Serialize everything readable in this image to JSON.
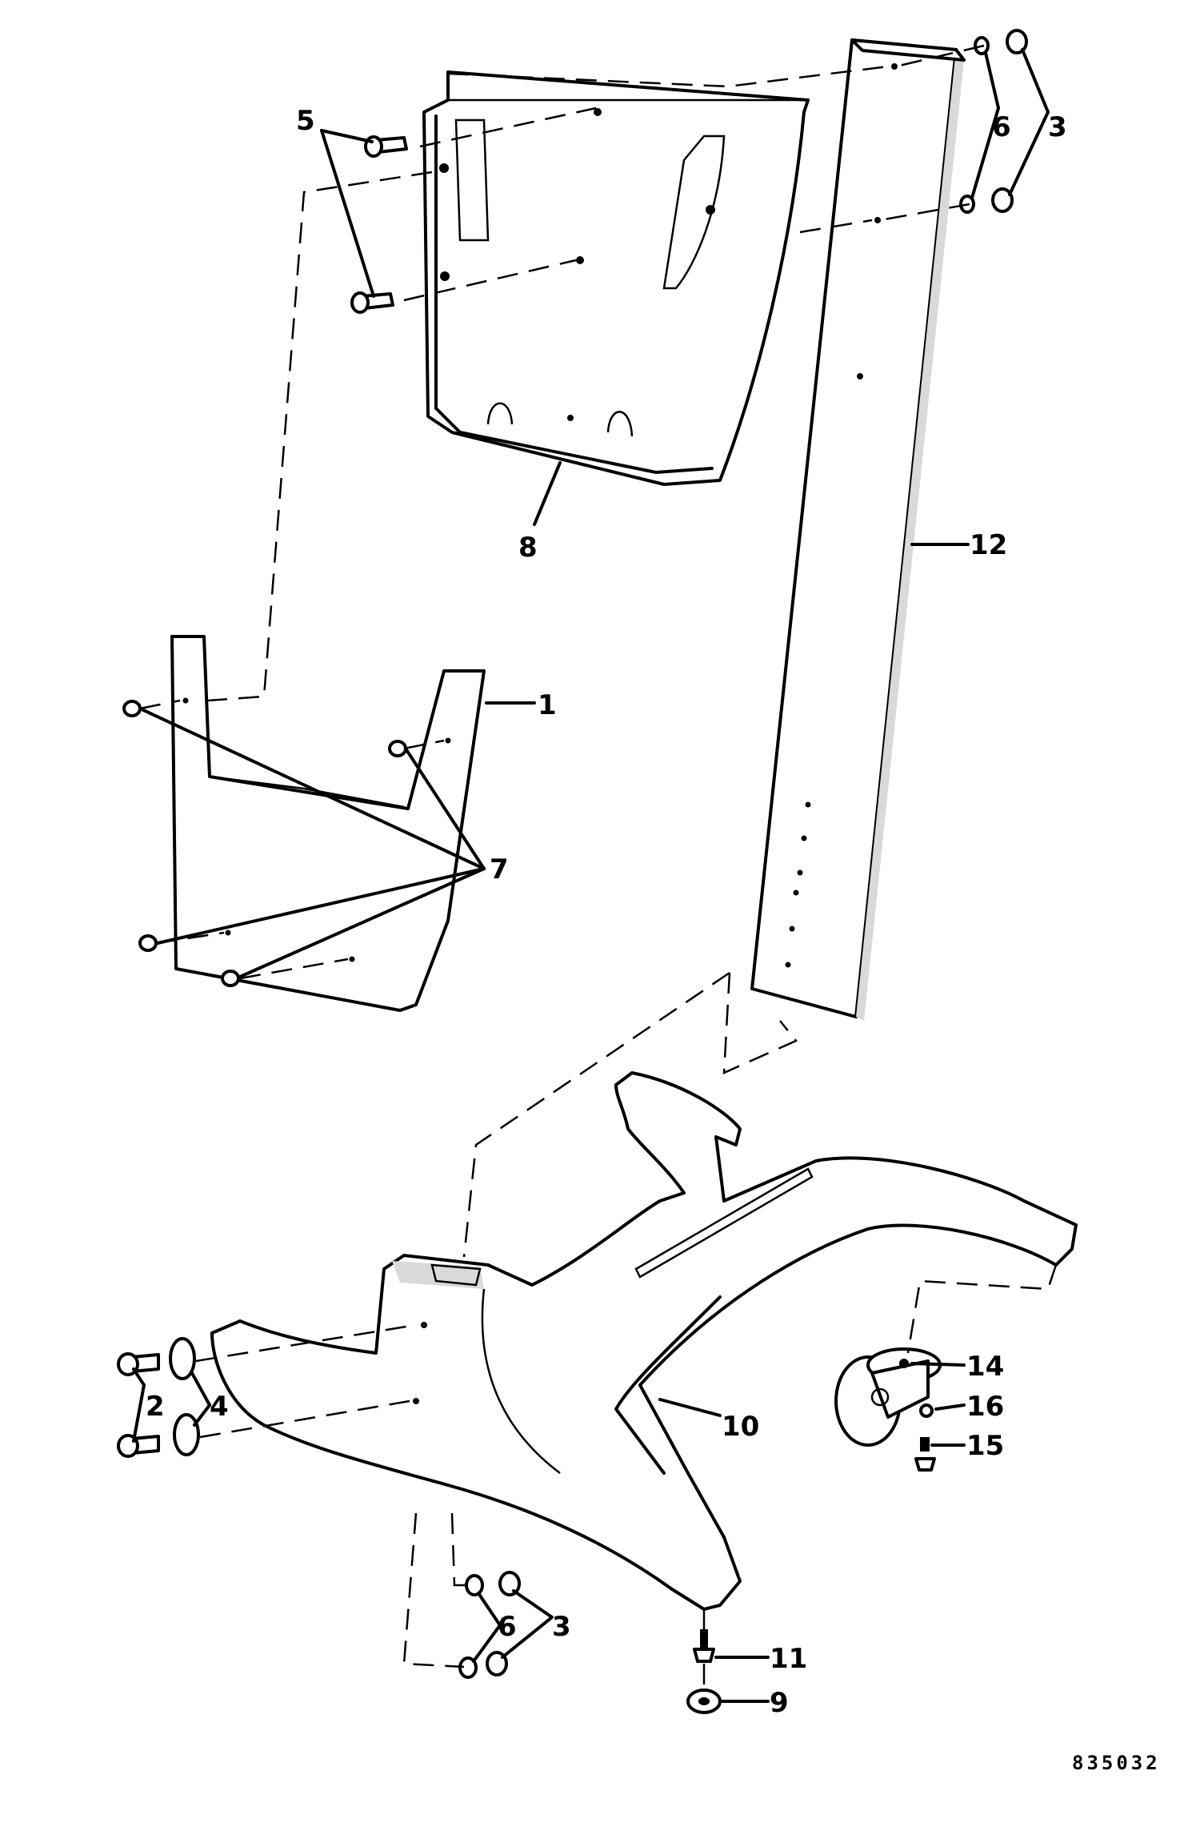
{
  "drawing_number": "835032",
  "callouts": {
    "c1": "1",
    "c2": "2",
    "c3_top": "3",
    "c3_bottom": "3",
    "c4": "4",
    "c5": "5",
    "c6_top": "6",
    "c6_bottom": "6",
    "c7": "7",
    "c8": "8",
    "c9": "9",
    "c10": "10",
    "c11": "11",
    "c12": "12",
    "c14": "14",
    "c15": "15",
    "c16": "16"
  }
}
